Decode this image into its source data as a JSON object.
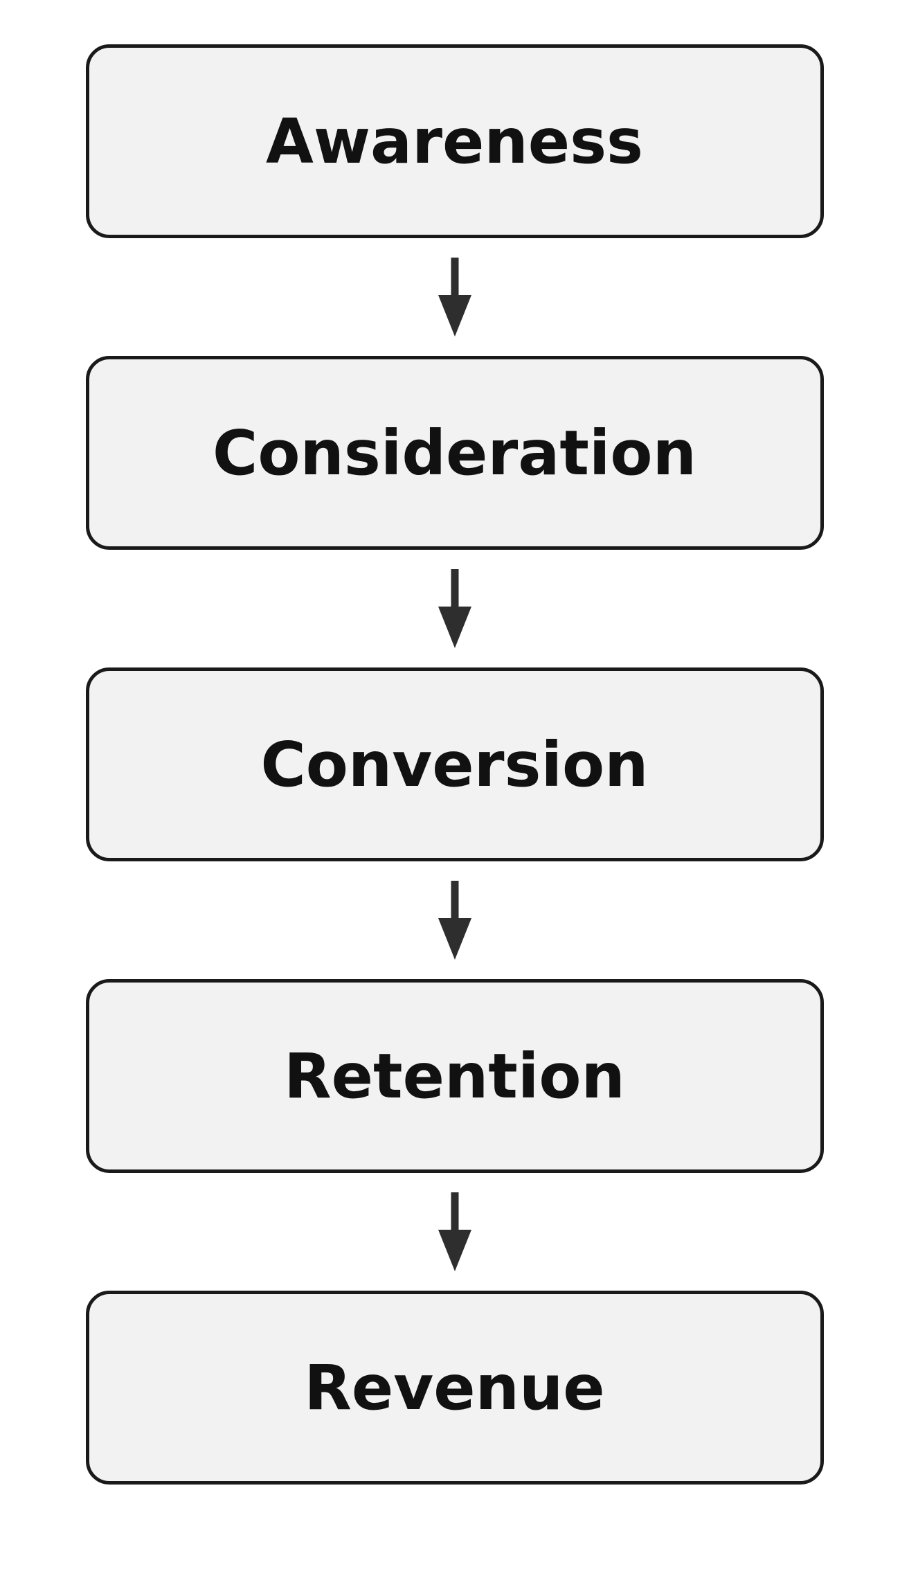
{
  "diagram": {
    "nodes": [
      {
        "id": "awareness",
        "label": "Awareness"
      },
      {
        "id": "consideration",
        "label": "Consideration"
      },
      {
        "id": "conversion",
        "label": "Conversion"
      },
      {
        "id": "retention",
        "label": "Retention"
      },
      {
        "id": "revenue",
        "label": "Revenue"
      }
    ],
    "edges": [
      {
        "from": "awareness",
        "to": "consideration"
      },
      {
        "from": "consideration",
        "to": "conversion"
      },
      {
        "from": "conversion",
        "to": "retention"
      },
      {
        "from": "retention",
        "to": "revenue"
      }
    ],
    "colors": {
      "background": "#ffffff",
      "node_fill": "#f2f2f2",
      "node_border": "#1a1a1a",
      "text": "#111111",
      "arrow": "#2e2e2e"
    }
  }
}
